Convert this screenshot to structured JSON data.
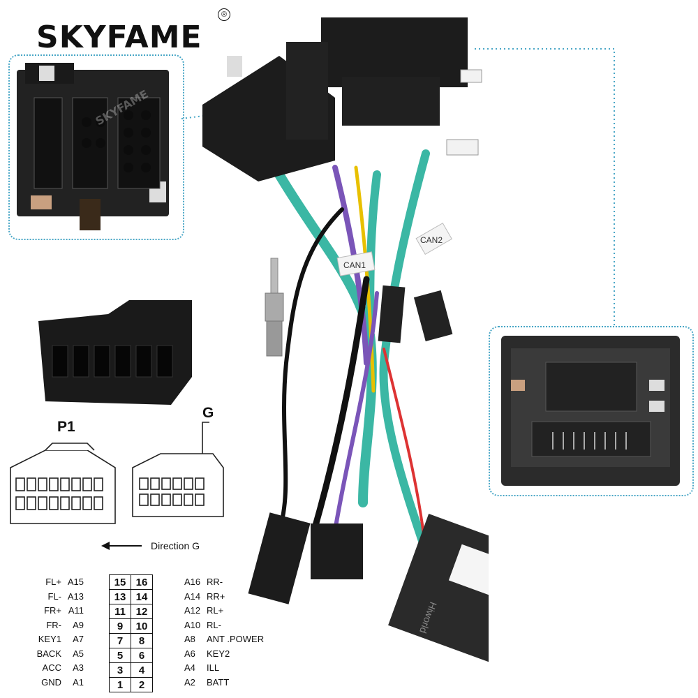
{
  "brand": {
    "name": "SKYFAME",
    "registered": "®",
    "watermark": "SKYFAME"
  },
  "connectors": {
    "p1_label": "P1",
    "g_label": "G",
    "direction_label": "Direction G"
  },
  "pins": {
    "left_labels": [
      "FL+",
      "FL-",
      "FR+",
      "FR-",
      "KEY1",
      "BACK",
      "ACC",
      "GND"
    ],
    "left_codes": [
      "A15",
      "A13",
      "A11",
      "A9",
      "A7",
      "A5",
      "A3",
      "A1"
    ],
    "left_numbers": [
      "15",
      "13",
      "11",
      "9",
      "7",
      "5",
      "3",
      "1"
    ],
    "right_numbers": [
      "16",
      "14",
      "12",
      "10",
      "8",
      "6",
      "4",
      "2"
    ],
    "right_codes": [
      "A16",
      "A14",
      "A12",
      "A10",
      "A8",
      "A6",
      "A4",
      "A2"
    ],
    "right_labels": [
      "RR-",
      "RR+",
      "RL+",
      "RL-",
      "ANT .POWER",
      "KEY2",
      "ILL",
      "BATT"
    ]
  },
  "harness": {
    "tag_can1": "CAN1",
    "tag_can2": "CAN2",
    "canbus_brand": "Hiworld"
  },
  "colors": {
    "border": "#48a6c6",
    "connector": "#1c1c1c",
    "wire_teal": "#3bb7a4"
  }
}
